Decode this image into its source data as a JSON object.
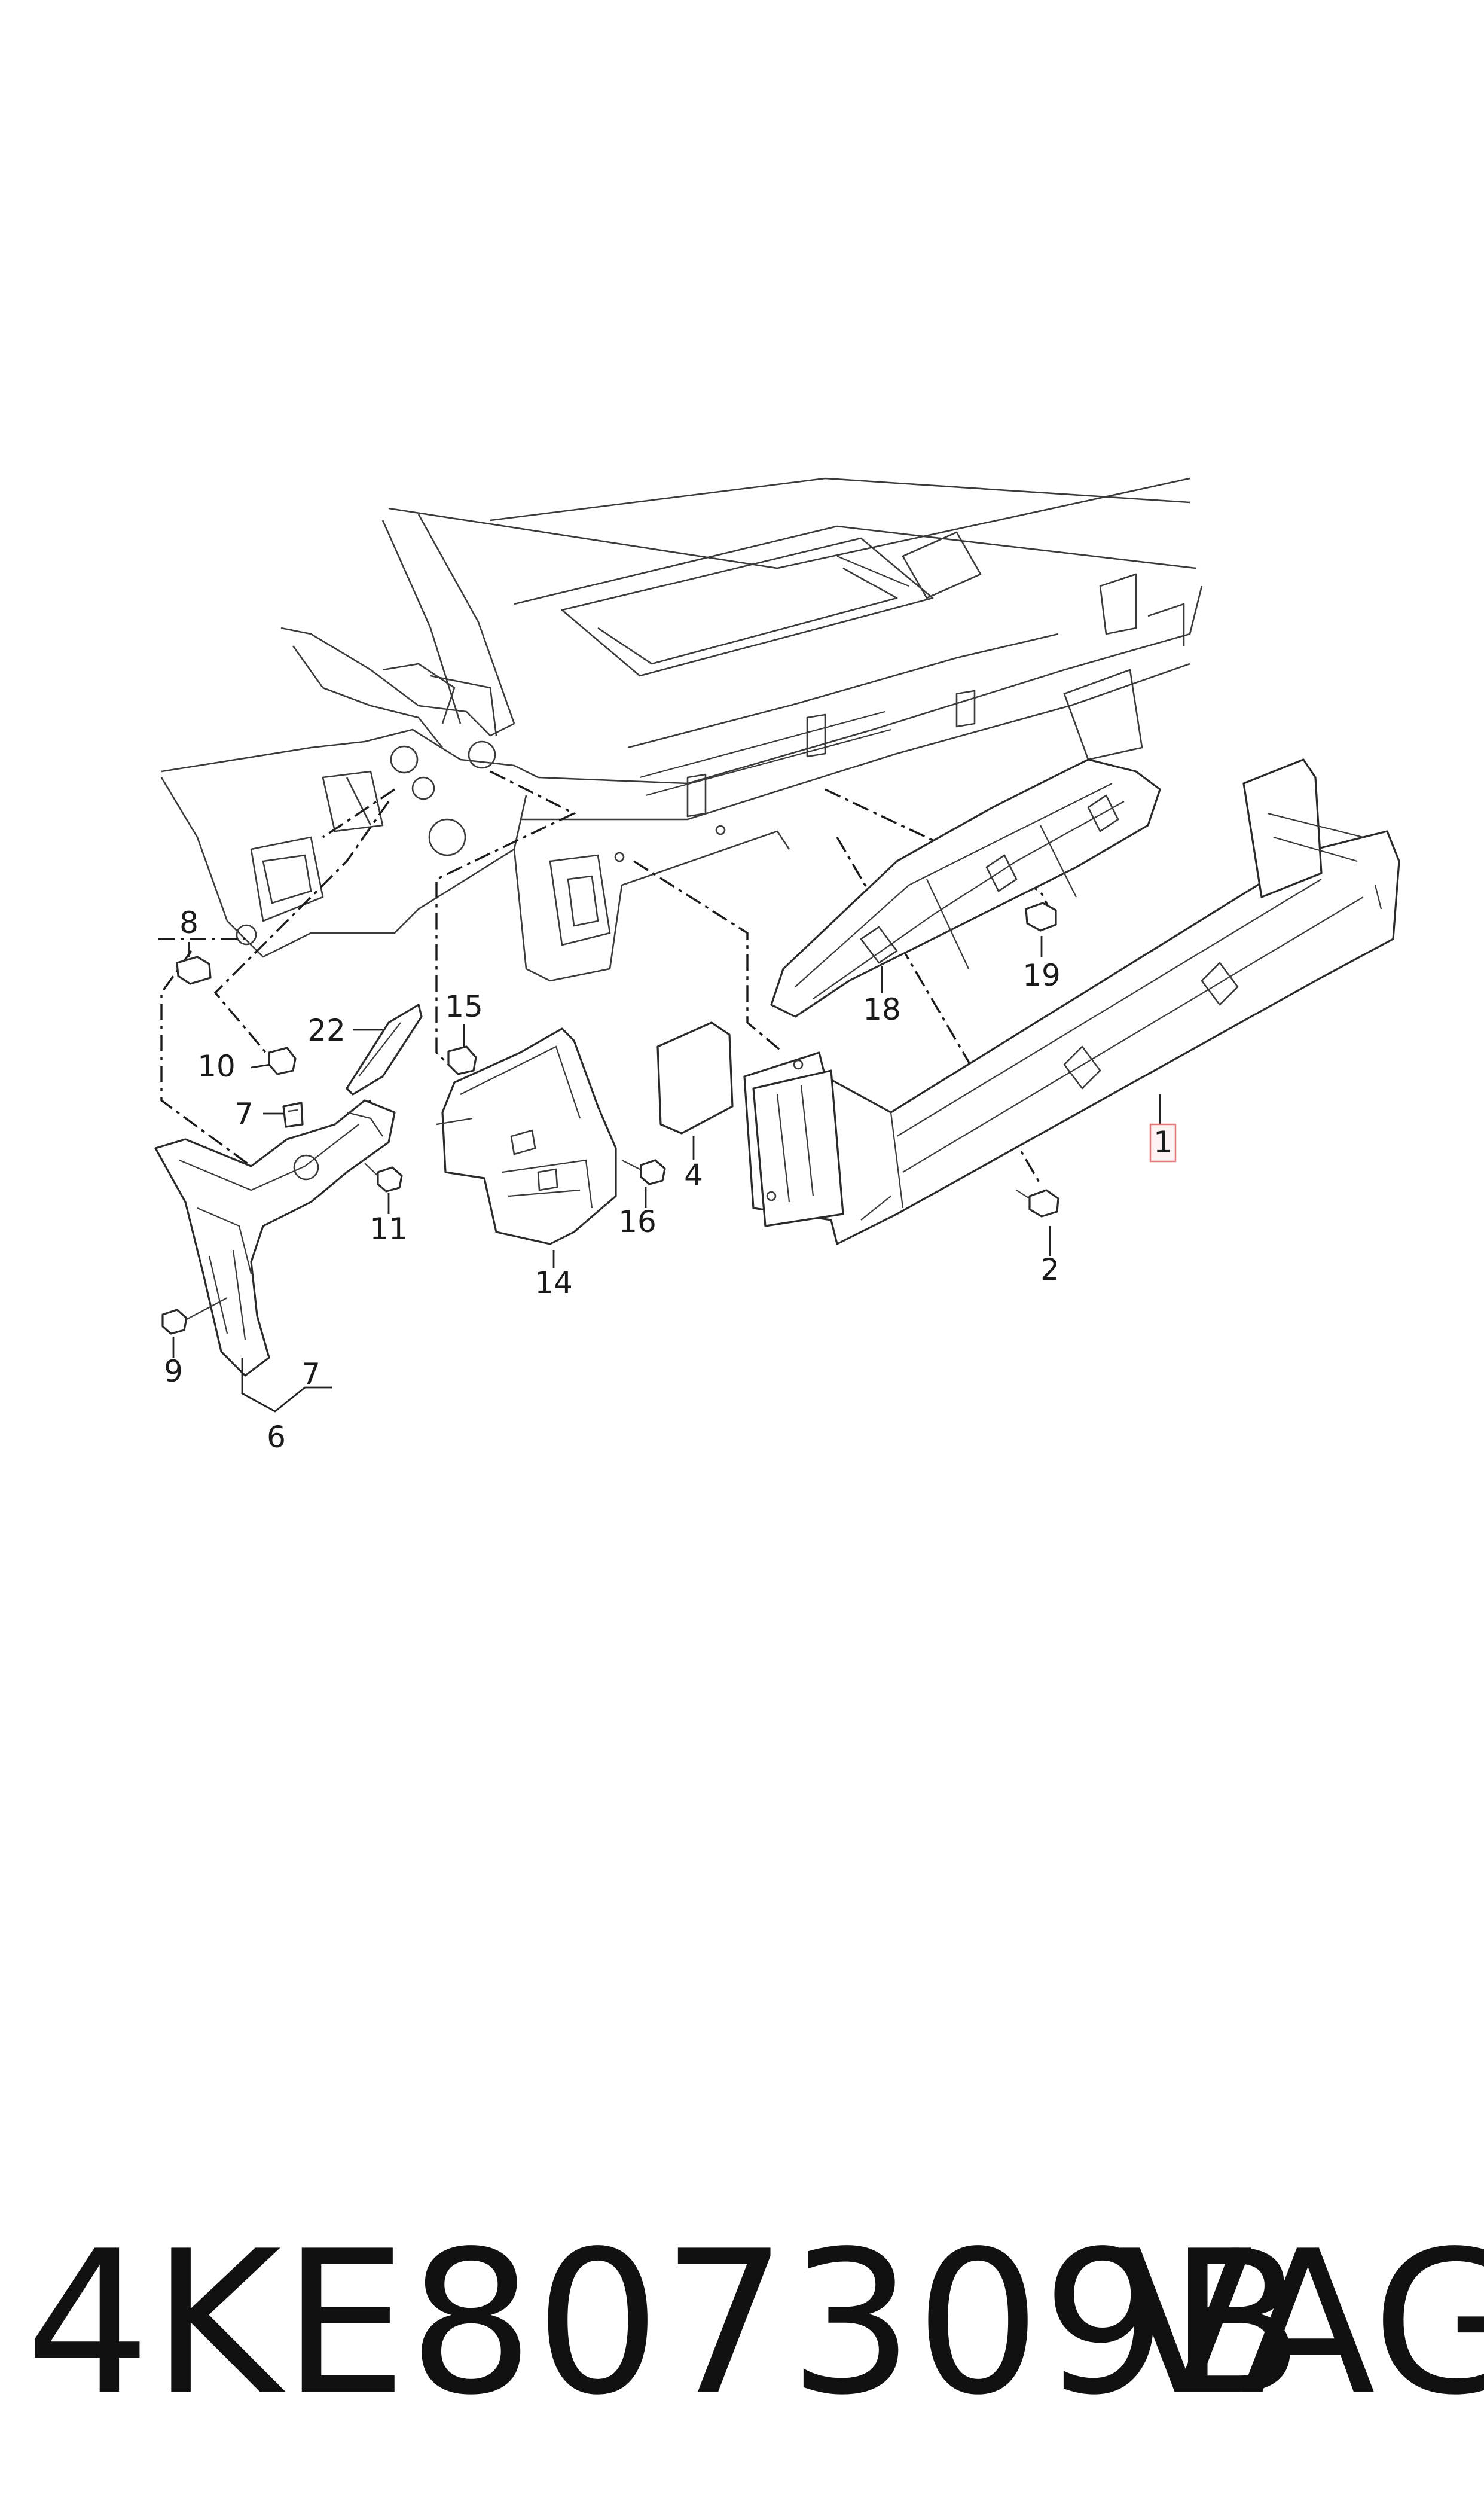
{
  "callouts": {
    "c1": "1",
    "c2": "2",
    "c4": "4",
    "c6": "6",
    "c7a": "7",
    "c7b": "7",
    "c8": "8",
    "c9": "9",
    "c10": "10",
    "c11": "11",
    "c14": "14",
    "c15": "15",
    "c16": "16",
    "c18": "18",
    "c19": "19",
    "c22": "22"
  },
  "footer": {
    "part_number": "4KE807309B",
    "brand": "VAG"
  },
  "colors": {
    "highlight_box": "#e07a7a",
    "line": "#2a2a2a"
  }
}
